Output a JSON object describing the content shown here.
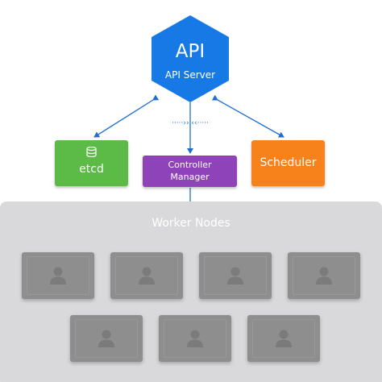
{
  "api": {
    "title": "API",
    "subtitle": "API Server",
    "color": "#1779e6"
  },
  "components": {
    "etcd": {
      "label": "etcd",
      "icon": "database-icon",
      "color": "#5cba47"
    },
    "controller_manager": {
      "label_line1": "Controller",
      "label_line2": "Manager",
      "color": "#8e44b8"
    },
    "scheduler": {
      "label": "Scheduler",
      "color": "#f7821b"
    }
  },
  "connector": {
    "dotted_label": "·····››  ‹‹·····",
    "color": "#1f6fd1"
  },
  "workers": {
    "title": "Worker Nodes",
    "panel_color": "#d9d9db",
    "node_color": "#8e8e8e",
    "node_icon": "person-icon",
    "node_count": 7
  }
}
